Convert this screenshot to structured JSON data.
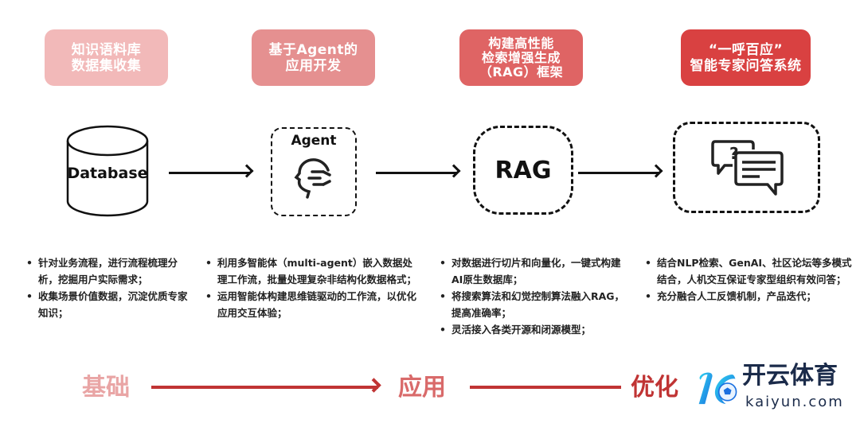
{
  "stages": [
    {
      "title_lines": [
        "知识语料库",
        "数据集收集"
      ],
      "color": "#f2b9b9",
      "icon": "database-cylinder",
      "icon_label": "Database",
      "bullets": [
        "针对业务流程，进行流程梳理分析，挖掘用户实际需求；",
        "收集场景价值数据，沉淀优质专家知识；"
      ]
    },
    {
      "title_lines": [
        "基于Agent的",
        "应用开发"
      ],
      "color": "#e59090",
      "icon": "agent-head-icon",
      "icon_label": "Agent",
      "bullets": [
        "利用多智能体（multi-agent）嵌入数据处理工作流，批量处理复杂非结构化数据格式；",
        "运用智能体构建思维链驱动的工作流，以优化应用交互体验；"
      ]
    },
    {
      "title_lines": [
        "构建高性能",
        "检索增强生成",
        "（RAG）框架"
      ],
      "color": "#df6464",
      "icon": "rag-box",
      "icon_label": "RAG",
      "bullets": [
        "对数据进行切片和向量化，一键式构建AI原生数据库；",
        "将搜索算法和幻觉控制算法融入RAG，提高准确率；",
        "灵活接入各类开源和闭源模型；"
      ]
    },
    {
      "title_lines": [
        "“一呼百应”",
        "智能专家问答系统"
      ],
      "color": "#d94141",
      "icon": "chat-qa-icon",
      "icon_label": "",
      "bullets": [
        "结合NLP检索、GenAI、社区论坛等多模式结合，人机交互保证专家型组织有效问答；",
        "充分融合人工反馈机制，产品迭代；"
      ]
    }
  ],
  "flow": {
    "labels": [
      "基础",
      "应用",
      "优化"
    ],
    "colors": [
      "#e9a5a5",
      "#d96a6a",
      "#c03434"
    ],
    "line_color": "#c03434"
  },
  "watermark": {
    "brand": "开云体育",
    "domain": "kaiyun.com",
    "logo_letter": "K"
  }
}
